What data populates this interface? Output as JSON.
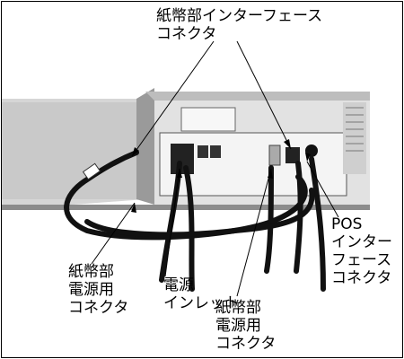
{
  "figure": {
    "labels": {
      "paper_interface_connector": "紙幣部インターフェース\nコネクタ",
      "pos_interface_connector": "POS\nインター\nフェース\nコネクタ",
      "paper_power_connector_left": "紙幣部\n電源用\nコネクタ",
      "power_inlet": "電源\nインレット",
      "paper_power_connector_right": "紙幣部\n電源用\nコネクタ"
    }
  }
}
